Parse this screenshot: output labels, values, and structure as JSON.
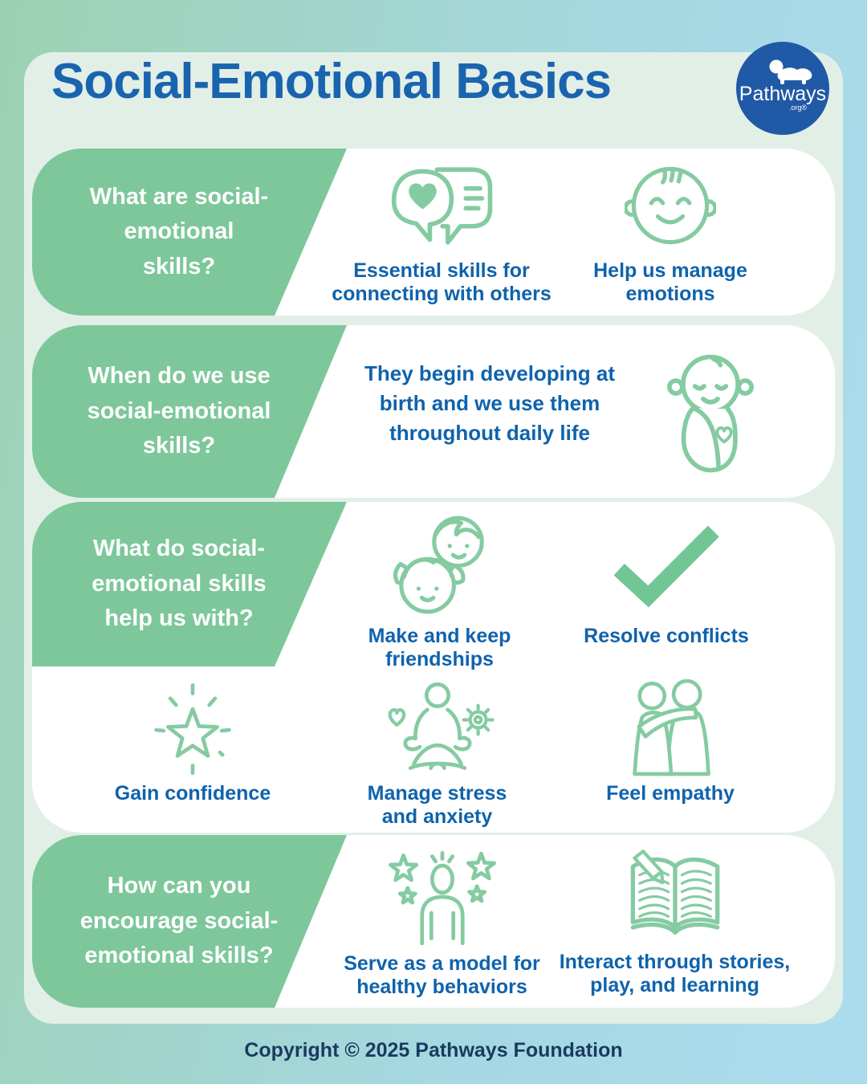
{
  "colors": {
    "background_left": "#9dd1b2",
    "background_right": "#abdcee",
    "panel_mint": "#e2efe7",
    "accent_green": "#7dc79b",
    "icon_green": "#85cba2",
    "text_blue": "#0f63ac",
    "title_blue": "#1a64af",
    "footer_navy": "#1a3a5f",
    "logo_blue": "#2059a6"
  },
  "header": {
    "title": "Social-Emotional Basics",
    "logo": {
      "brand": "Pathways",
      "suffix": ".org®"
    }
  },
  "cards": [
    {
      "question_lines": [
        "What are social-",
        "emotional",
        "skills?"
      ],
      "items": [
        {
          "icon": "speech-bubbles-heart-icon",
          "label_lines": [
            "Essential skills for",
            "connecting with others"
          ]
        },
        {
          "icon": "baby-face-icon",
          "label_lines": [
            "Help us manage",
            "emotions"
          ]
        }
      ]
    },
    {
      "question_lines": [
        "When do we use",
        "social-emotional",
        "skills?"
      ],
      "items": [
        {
          "icon": "swaddled-baby-icon",
          "label_lines": [
            "They begin developing at",
            "birth and we use them",
            "throughout daily life"
          ]
        }
      ]
    },
    {
      "question_lines": [
        "What do social-",
        "emotional skills",
        "help us with?"
      ],
      "items": [
        {
          "icon": "friendship-faces-icon",
          "label_lines": [
            "Make and keep",
            "friendships"
          ]
        },
        {
          "icon": "checkmark-icon",
          "label_lines": [
            "Resolve conflicts"
          ]
        },
        {
          "icon": "star-confidence-icon",
          "label_lines": [
            "Gain confidence"
          ]
        },
        {
          "icon": "meditation-icon",
          "label_lines": [
            "Manage stress",
            "and anxiety"
          ]
        },
        {
          "icon": "empathy-icon",
          "label_lines": [
            "Feel empathy"
          ]
        }
      ]
    },
    {
      "question_lines": [
        "How can you",
        "encourage social-",
        "emotional skills?"
      ],
      "items": [
        {
          "icon": "role-model-icon",
          "label_lines": [
            "Serve as a model for",
            "healthy behaviors"
          ]
        },
        {
          "icon": "storybook-icon",
          "label_lines": [
            "Interact through stories,",
            "play, and learning"
          ]
        }
      ]
    }
  ],
  "footer": {
    "copyright": "Copyright © 2025 Pathways Foundation"
  }
}
